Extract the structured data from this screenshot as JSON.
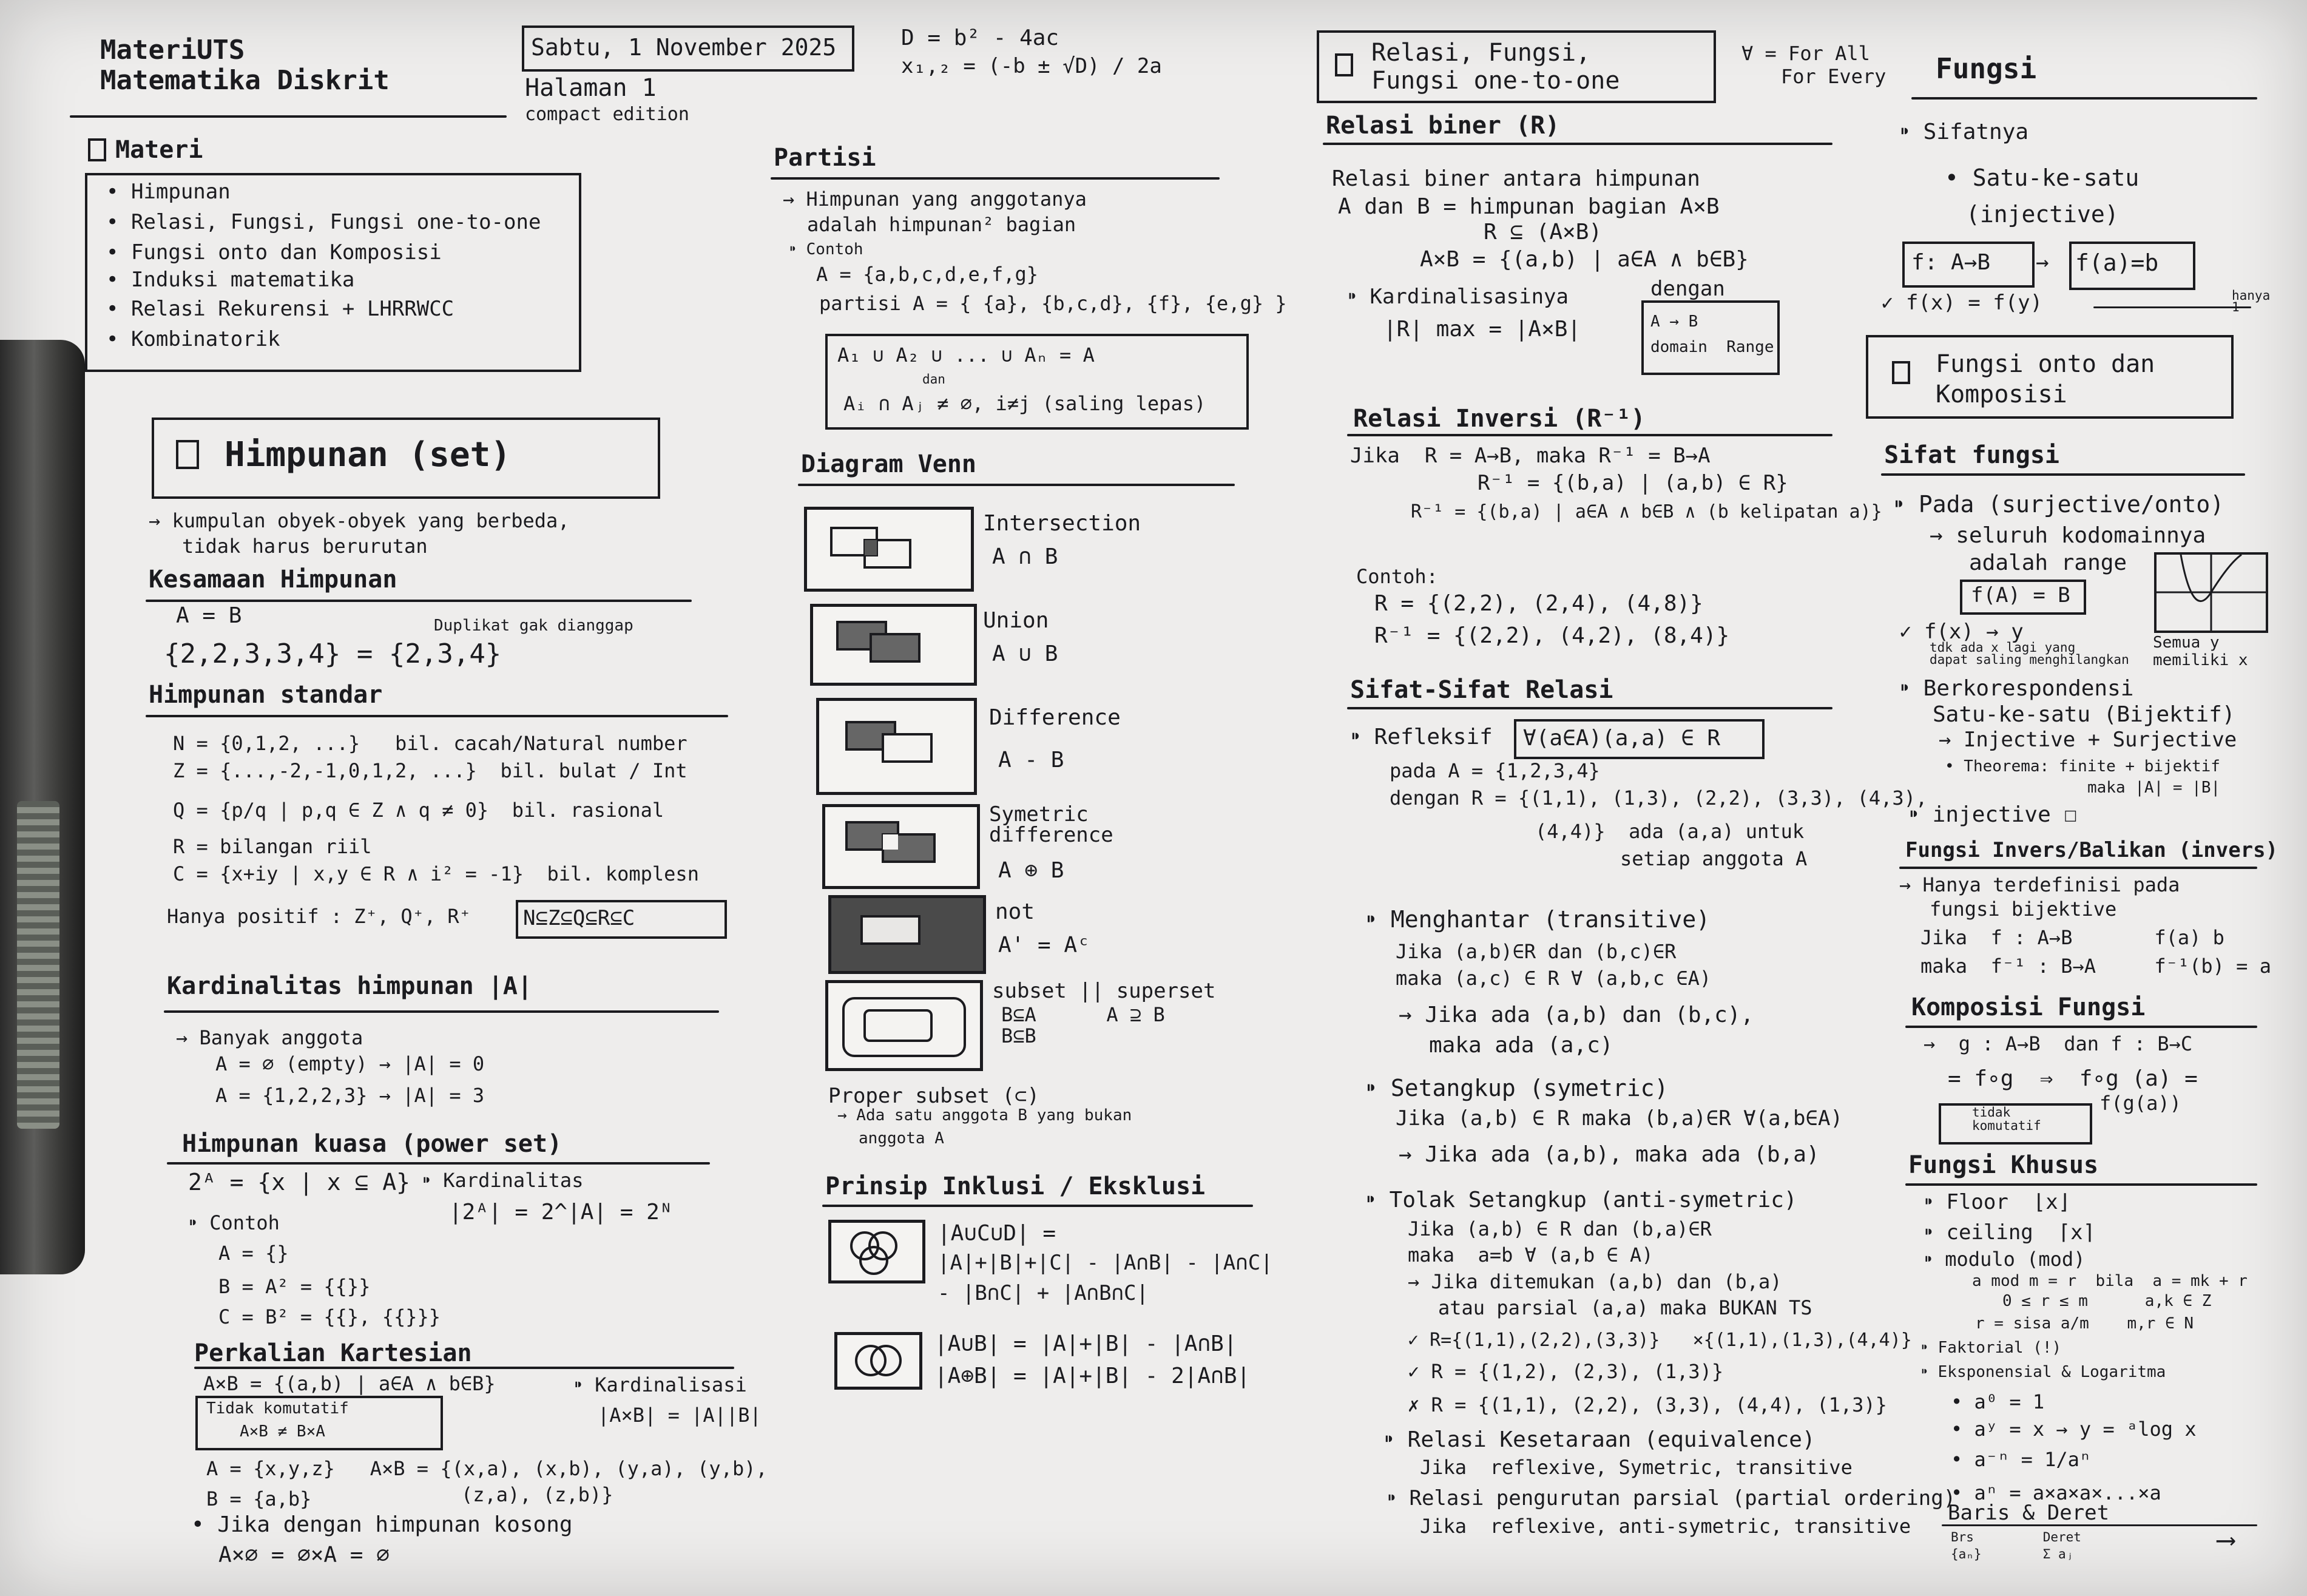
{
  "header": {
    "title_line1": "MateriUTS",
    "title_line2": "Matematika Diskrit",
    "date": "Sabtu, 1 November 2025",
    "page": "Halaman 1",
    "edition": "compact edition",
    "formula_d": "D = b² - 4ac",
    "formula_x": "x₁,₂ = (-b ± √D) / 2a"
  },
  "materi": {
    "title": "Materi",
    "items": [
      "• Himpunan",
      "• Relasi, Fungsi, Fungsi one-to-one",
      "• Fungsi onto dan Komposisi",
      "• Induksi matematika",
      "• Relasi Rekurensi + LHRRWCC",
      "• Kombinatorik"
    ]
  },
  "himpunan": {
    "title": "Himpunan (set)",
    "desc1": "→ kumpulan obyek-obyek yang berbeda,",
    "desc2": "tidak harus berurutan",
    "kesamaan_title": "Kesamaan Himpunan",
    "kesamaan_1": "A = B",
    "kesamaan_note": "Duplikat gak dianggap",
    "kesamaan_2": "{2,2,3,3,4} = {2,3,4}",
    "standar_title": "Himpunan standar",
    "standar": [
      "N = {0,1,2, ...}   bil. cacah/Natural number",
      "Z = {...,-2,-1,0,1,2, ...}  bil. bulat / Int",
      "Q = {p/q | p,q ∈ Z ∧ q ≠ 0}  bil. rasional",
      "R = bilangan riil",
      "C = {x+iy | x,y ∈ R ∧ i² = -1}  bil. komplesn"
    ],
    "positif": "Hanya positif : Z⁺, Q⁺, R⁺",
    "chain": "N⊆Z⊆Q⊆R⊆C",
    "kard_title": "Kardinalitas himpunan |A|",
    "kard": [
      "→ Banyak anggota",
      "A = ∅ (empty) → |A| = 0",
      "A = {1,2,2,3} → |A| = 3"
    ],
    "kuasa_title": "Himpunan kuasa (power set)",
    "kuasa_def": "2ᴬ = {x | x ⊆ A}",
    "kuasa_kard_label": "⁍ Kardinalitas",
    "kuasa_kard": "|2ᴬ| = 2^|A| = 2ᴺ",
    "kuasa_contoh": [
      "⁍ Contoh",
      "A = {}",
      "B = A² = {{}}",
      "C = B² = {{}, {{}}}"
    ],
    "kartesian_title": "Perkalian Kartesian",
    "kartesian_def": "A×B = {(a,b) | a∈A ∧ b∈B}",
    "kartesian_kard_label": "⁍ Kardinalisasi",
    "kartesian_kard": "|A×B| = |A||B|",
    "kartesian_note1": "Tidak komutatif",
    "kartesian_note2": "A×B ≠ B×A",
    "kartesian_ex1": "A = {x,y,z}   A×B = {(x,a), (x,b), (y,a), (y,b),",
    "kartesian_ex2": "(z,a), (z,b)}",
    "kartesian_ex3": "B = {a,b}",
    "kosong1": "• Jika dengan himpunan kosong",
    "kosong2": "A×∅ = ∅×A = ∅"
  },
  "partisi": {
    "title": "Partisi",
    "def1": "→ Himpunan yang anggotanya",
    "def2": "adalah himpunan² bagian",
    "contoh": "⁍ Contoh",
    "ex1": "A = {a,b,c,d,e,f,g}",
    "ex2": "partisi A = { {a}, {b,c,d}, {f}, {e,g} }",
    "box1": "A₁ ∪ A₂ ∪ ... ∪ Aₙ = A",
    "box2": "dan",
    "box3": "Aᵢ ∩ Aⱼ ≠ ∅, i≠j (saling lepas)"
  },
  "venn": {
    "title": "Diagram Venn",
    "items": [
      {
        "label": "Intersection",
        "expr": "A ∩ B"
      },
      {
        "label": "Union",
        "expr": "A ∪ B"
      },
      {
        "label": "Difference",
        "expr": "A - B"
      },
      {
        "label": "Symetric\ndifference",
        "expr": "A ⊕ B"
      },
      {
        "label": "not",
        "expr": "A' = Aᶜ"
      },
      {
        "label": "subset || superset",
        "expr": "B⊆A      A ⊇ B\nB⊆B"
      }
    ],
    "proper1": "Proper subset (⊂)",
    "proper2": "→ Ada satu anggota B yang bukan",
    "proper3": "anggota A"
  },
  "inklusi": {
    "title": "Prinsip Inklusi / Eksklusi",
    "f1": "|A∪C∪D| =",
    "f2": "|A|+|B|+|C| - |A∩B| - |A∩C|",
    "f3": "- |B∩C| + |A∩B∩C|",
    "f4": "|A∪B| = |A|+|B| - |A∩B|",
    "f5": "|A⊕B| = |A|+|B| - 2|A∩B|"
  },
  "relasi": {
    "box_title1": "Relasi, Fungsi,",
    "box_title2": "Fungsi one-to-one",
    "forall1": "∀ = For All",
    "forall2": "For Every",
    "biner_title": "Relasi biner (R)",
    "biner1": "Relasi biner antara himpunan",
    "biner2": "A dan B = himpunan bagian A×B",
    "biner3": "R ⊆ (A×B)",
    "biner4": "A×B = {(a,b) | a∈A ∧ b∈B}",
    "kard_label": "⁍ Kardinalisasinya",
    "kard": "|R| max = |A×B|",
    "dengan": "dengan",
    "domain_box": "A → B\ndomain  Range",
    "inversi_title": "Relasi Inversi (R⁻¹)",
    "inv1": "Jika  R = A→B, maka R⁻¹ = B→A",
    "inv2": "R⁻¹ = {(b,a) | (a,b) ∈ R}",
    "inv3": "R⁻¹ = {(b,a) | a∈A ∧ b∈B ∧ (b kelipatan a)}",
    "inv_contoh": "Contoh:",
    "inv4": "R = {(2,2), (2,4), (4,8)}",
    "inv5": "R⁻¹ = {(2,2), (4,2), (8,4)}",
    "sifat_title": "Sifat-Sifat Relasi",
    "refleksif": "⁍ Refleksif",
    "refleksif_box": "∀(a∈A)(a,a) ∈ R",
    "ref1": "pada A = {1,2,3,4}",
    "ref2": "dengan R = {(1,1), (1,3), (2,2), (3,3), (4,3),",
    "ref3": "(4,4)}  ada (a,a) untuk",
    "ref4": "setiap anggota A",
    "trans_title": "⁍ Menghantar (transitive)",
    "trans1": "Jika (a,b)∈R dan (b,c)∈R",
    "trans2": "maka (a,c) ∈ R ∀ (a,b,c ∈A)",
    "trans3": "→ Jika ada (a,b) dan (b,c),",
    "trans4": "maka ada (a,c)",
    "sym_title": "⁍ Setangkup (symetric)",
    "sym1": "Jika (a,b) ∈ R maka (b,a)∈R ∀(a,b∈A)",
    "sym2": "→ Jika ada (a,b), maka ada (b,a)",
    "anti_title": "⁍ Tolak Setangkup (anti-symetric)",
    "anti1": "Jika (a,b) ∈ R dan (b,a)∈R",
    "anti2": "maka  a=b ∀ (a,b ∈ A)",
    "anti3": "→ Jika ditemukan (a,b) dan (b,a)",
    "anti4": "atau parsial (a,a) maka BUKAN TS",
    "ex1": "✓ R={(1,1),(2,2),(3,3)}   ×{(1,1),(1,3),(4,4)}",
    "ex2": "✓ R = {(1,2), (2,3), (1,3)}",
    "ex3": "✗ R = {(1,1), (2,2), (3,3), (4,4), (1,3)}",
    "ekuiv1": "⁍ Relasi Kesetaraan (equivalence)",
    "ekuiv2": "Jika  reflexive, Symetric, transitive",
    "parsial1": "⁍ Relasi pengurutan parsial (partial ordering)",
    "parsial2": "Jika  reflexive, anti-symetric, transitive"
  },
  "fungsi": {
    "title": "Fungsi",
    "sifatnya": "⁍ Sifatnya",
    "s1": "• Satu-ke-satu",
    "s2": "(injective)",
    "box_f": "f: A→B",
    "box_fa": "f(a)=b",
    "check": "✓ f(x) = f(y)",
    "hanya": "hanya\n1",
    "onto_box1": "Fungsi onto dan",
    "onto_box2": "Komposisi",
    "sifat_title": "Sifat fungsi",
    "pada": "⁍ Pada (surjective/onto)",
    "pada1": "→ seluruh kodomainnya",
    "pada2": "adalah range",
    "pada_box": "f(A) = B",
    "fx": "✓ f(x) → y",
    "fx_note": "tdk ada x lagi yang\ndapat saling menghilangkan",
    "semua": "Semua y\nmemiliki x",
    "bij1": "⁍ Berkorespondensi",
    "bij2": "Satu-ke-satu (Bijektif)",
    "bij3": "→ Injective + Surjective",
    "bij4": "• Theorema: finite + bijektif",
    "bij5": "maka |A| = |B|",
    "inj": "⁍ injective ☐",
    "invers_title": "Fungsi Invers/Balikan (invers)",
    "inv1": "→ Hanya terdefinisi pada",
    "inv2": "fungsi bijektive",
    "inv3": "Jika  f : A→B       f(a) b",
    "inv4": "maka  f⁻¹ : B→A     f⁻¹(b) = a",
    "komp_title": "Komposisi Fungsi",
    "komp1": "→  g : A→B  dan f : B→C",
    "komp2": "= f∘g  ⇒  f∘g (a) =",
    "komp3": "f(g(a))",
    "komp_note": "tidak\nkomutatif",
    "khusus_title": "Fungsi Khusus",
    "k1": "⁍ Floor  ⌊x⌋",
    "k2": "⁍ ceiling  ⌈x⌉",
    "k3": "⁍ modulo (mod)",
    "k4": "a mod m = r  bila  a = mk + r",
    "k5": "0 ≤ r ≤ m      a,k ∈ Z",
    "k6": "r = sisa a/m    m,r ∈ N",
    "k7": "⁍ Faktorial (!)",
    "k8": "⁍ Eksponensial & Logaritma",
    "k9": "• a⁰ = 1",
    "k10": "• aʸ = x → y = ᵃlog x",
    "k11": "• a⁻ⁿ = 1/aⁿ",
    "k12": "• aⁿ = a×a×a×...×a",
    "baris": "Baris & Deret",
    "baris2": "Brs         Deret",
    "baris3": "{aₙ}        Σ aⱼ"
  }
}
